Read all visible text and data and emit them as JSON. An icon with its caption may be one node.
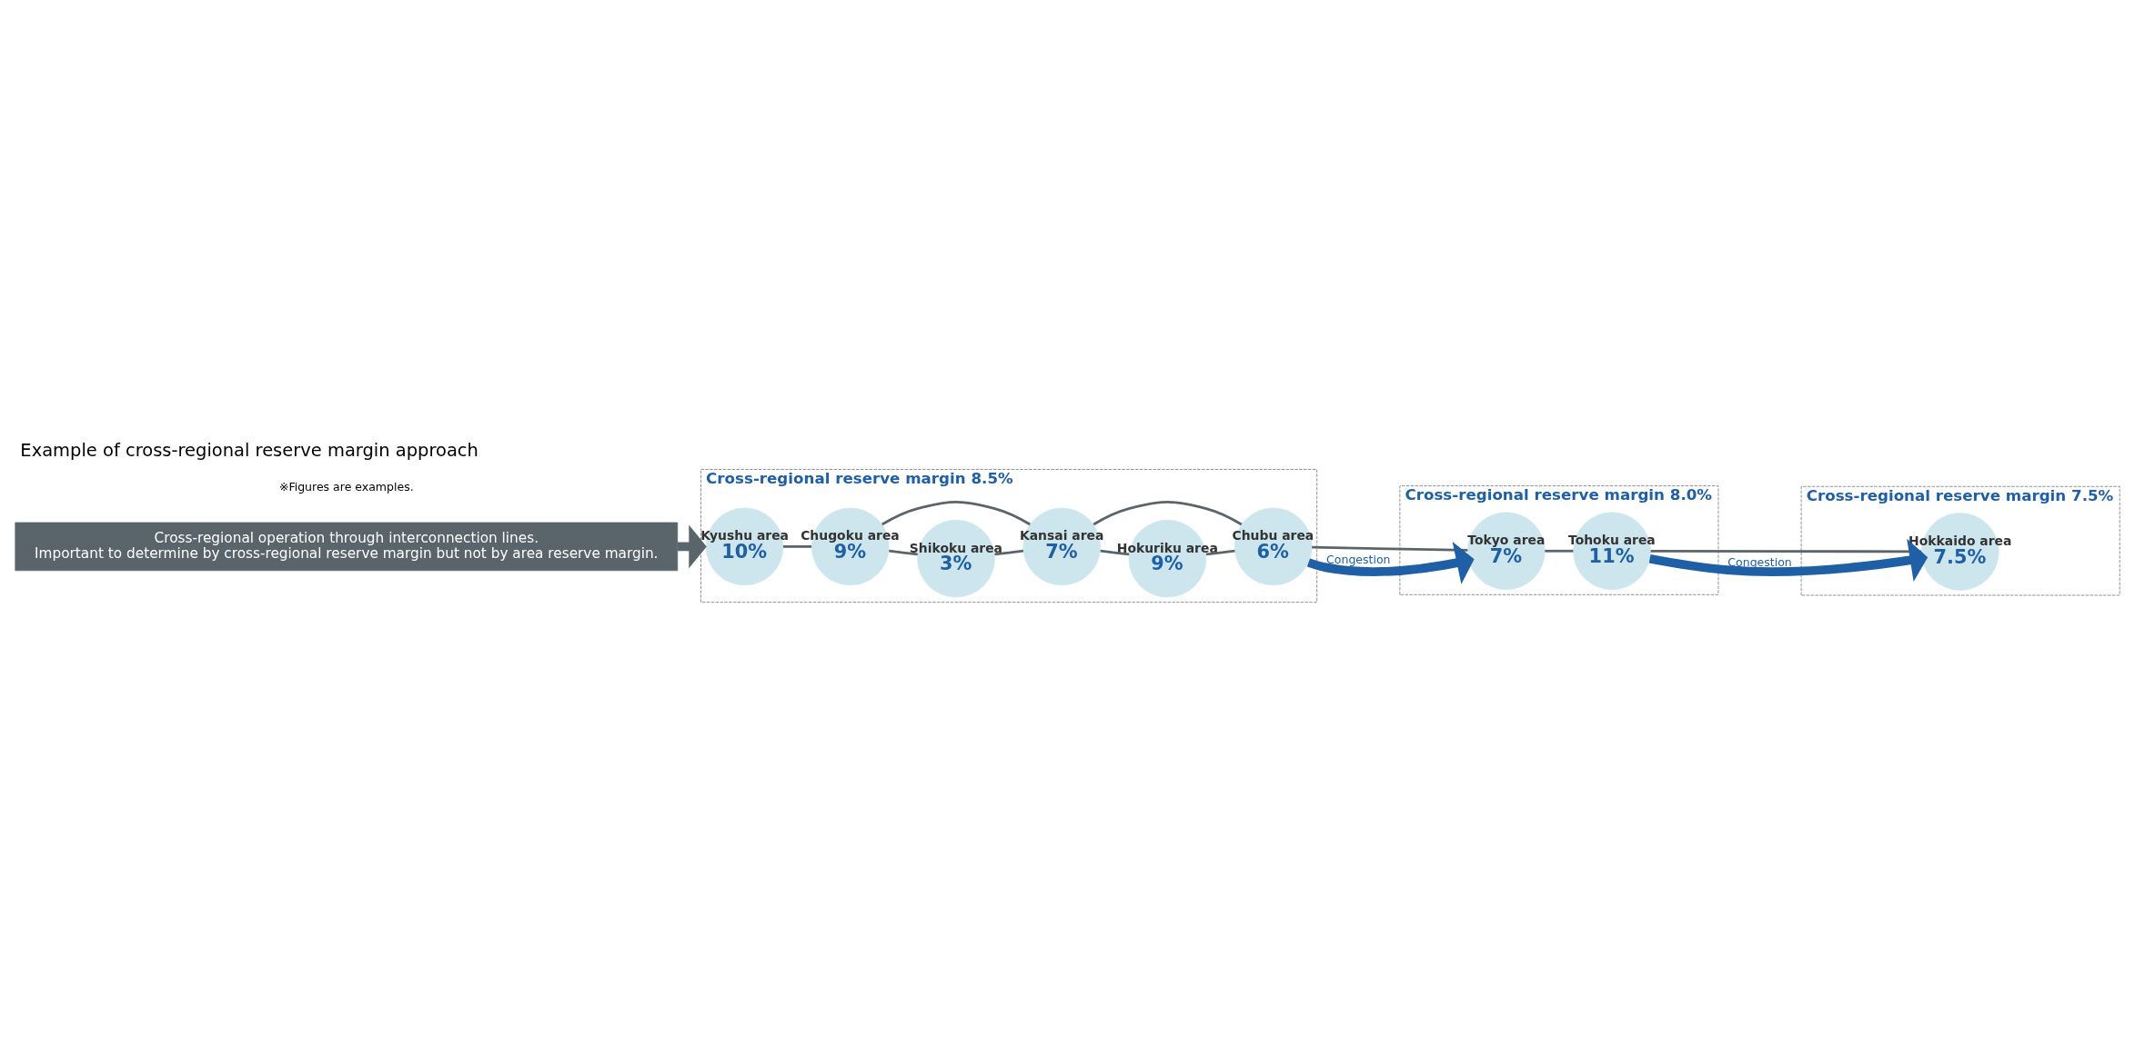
{
  "diagram": {
    "title": "Example of cross-regional reserve margin approach",
    "nodes": [
      {
        "text": [
          "Cross-regional reserve margin 8.5%"
        ]
      },
      {
        "text": [
          "Kyushu area",
          "10%"
        ],
        "in": 0
      },
      {
        "text": [
          "Chugoku area",
          "9%"
        ],
        "in": 0
      },
      {
        "text": [
          "Shikoku area",
          "3%"
        ],
        "in": 0
      },
      {
        "text": [
          "Kansai area",
          "7%"
        ],
        "in": 0
      },
      {
        "text": [
          "Hokuriku area",
          "9%"
        ],
        "in": 0
      },
      {
        "text": [
          "Chubu area",
          "6%"
        ],
        "in": 0
      },
      {
        "text": [
          "Cross-regional reserve margin 8.0%"
        ]
      },
      {
        "text": [
          "Tokyo area",
          "7%"
        ],
        "in": 7
      },
      {
        "text": [
          "Tohoku area",
          "11%"
        ],
        "in": 7
      },
      {
        "text": [
          "Cross-regional reserve margin 7.5%"
        ]
      },
      {
        "text": [
          "Hokkaido area",
          "7.5%"
        ],
        "in": 10
      },
      {
        "text": [
          "Cross-regional operation through interconnection lines. Important to determine by cross-regional reserve margin but not by area reserve margin."
        ]
      }
    ],
    "edges": [
      {
        "from": 1,
        "to": 2,
        "arrow": "none"
      },
      {
        "from": 2,
        "to": 4,
        "arrow": "none"
      },
      {
        "from": 2,
        "to": 3,
        "arrow": "none"
      },
      {
        "from": 3,
        "to": 4,
        "arrow": "none"
      },
      {
        "from": 4,
        "to": 5,
        "arrow": "none"
      },
      {
        "from": 4,
        "to": 6,
        "arrow": "none"
      },
      {
        "from": 5,
        "to": 6,
        "arrow": "none"
      },
      {
        "from": 6,
        "to": 8,
        "arrow": "none"
      },
      {
        "from": 8,
        "to": 9,
        "arrow": "none"
      },
      {
        "from": 9,
        "to": 11,
        "arrow": "none"
      },
      {
        "from": 6,
        "to": 8,
        "arrow": "to",
        "label": "Congestion",
        "style": "thick",
        "color": "#1f5fa6"
      },
      {
        "from": 9,
        "to": 11,
        "arrow": "to",
        "label": "Congestion",
        "style": "thick",
        "color": "#1f5fa6"
      },
      {
        "from": 12,
        "to": 0,
        "arrow": "to",
        "style": "thick"
      }
    ],
    "labels": [
      "※Figures are examples."
    ]
  }
}
